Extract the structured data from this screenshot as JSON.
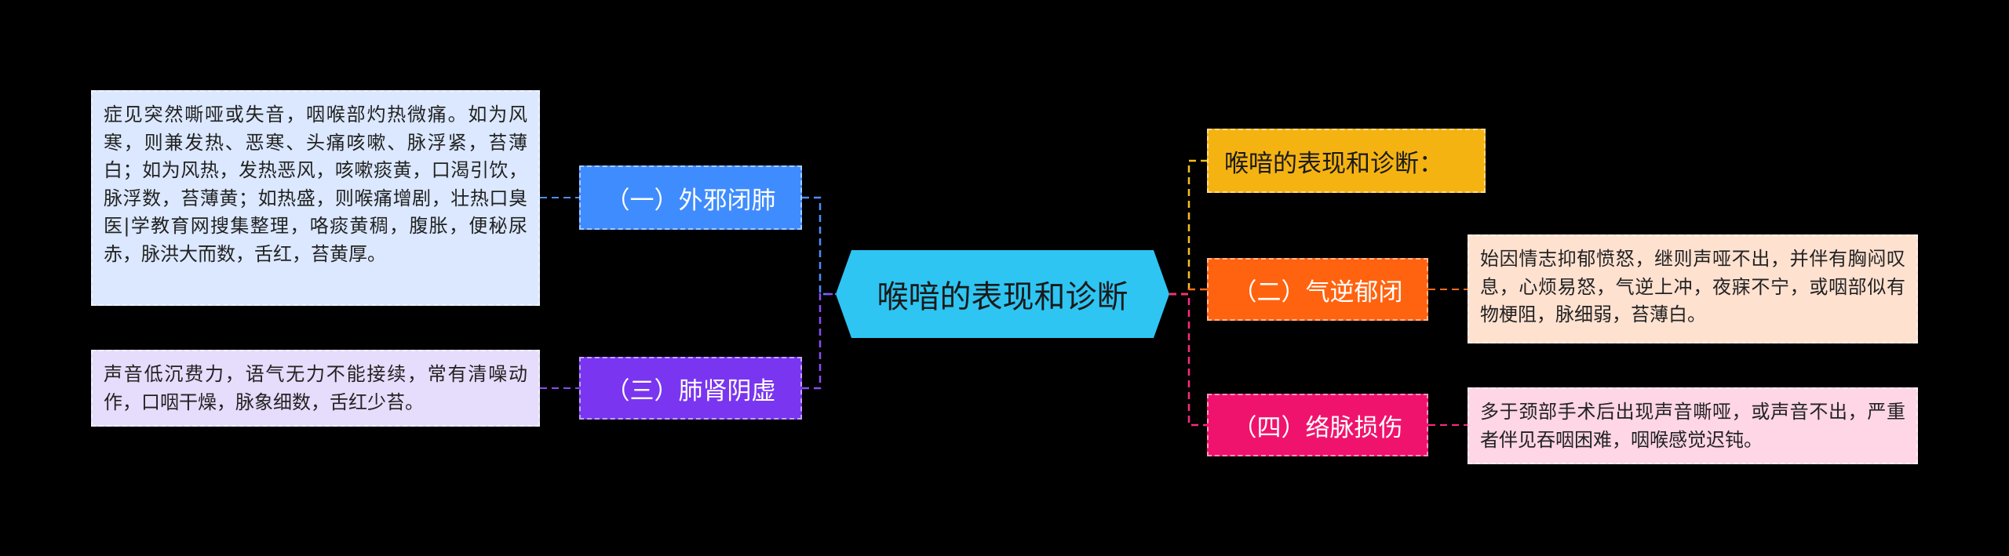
{
  "center": {
    "title": "喉喑的表现和诊断",
    "color": "#2ec5f2"
  },
  "branches": [
    {
      "label": "（一）外邪闭肺",
      "color": "#3f8cff",
      "text_color": "#ffffff",
      "detail": "症见突然嘶哑或失音，咽喉部灼热微痛。如为风寒，则兼发热、恶寒、头痛咳嗽、脉浮紧，苔薄白；如为风热，发热恶风，咳嗽痰黄，口渴引饮，脉浮数，苔薄黄；如热盛，则喉痛增剧，壮热口臭医|学教育网搜集整理，咯痰黄稠，腹胀，便秘尿赤，脉洪大而数，舌红，苔黄厚。",
      "detail_bg": "#dbe8ff",
      "link_color": "#4d8dff"
    },
    {
      "label": "（三）肺肾阴虚",
      "color": "#7a35f0",
      "text_color": "#ffffff",
      "detail": "声音低沉费力，语气无力不能接续，常有清噪动作，口咽干燥，脉象细数，舌红少苔。",
      "detail_bg": "#e6dcfb",
      "link_color": "#8a4df5"
    },
    {
      "label": "喉喑的表现和诊断：",
      "color": "#f5b312",
      "text_color": "#1a1a1a",
      "link_color": "#f5c020"
    },
    {
      "label": "（二）气逆郁闭",
      "color": "#ff6310",
      "text_color": "#ffffff",
      "detail": "始因情志抑郁愤怒，继则声哑不出，并伴有胸闷叹息，心烦易怒，气逆上冲，夜寐不宁，或咽部似有物梗阻，脉细弱，苔薄白。",
      "detail_bg": "#ffe1d0",
      "link_color": "#ff6a1f"
    },
    {
      "label": "（四）络脉损伤",
      "color": "#f0136d",
      "text_color": "#ffffff",
      "detail": "多于颈部手术后出现声音嘶哑，或声音不出，严重者伴见吞咽困难，咽喉感觉迟钝。",
      "detail_bg": "#ffd6e6",
      "link_color": "#ff2a80"
    }
  ]
}
